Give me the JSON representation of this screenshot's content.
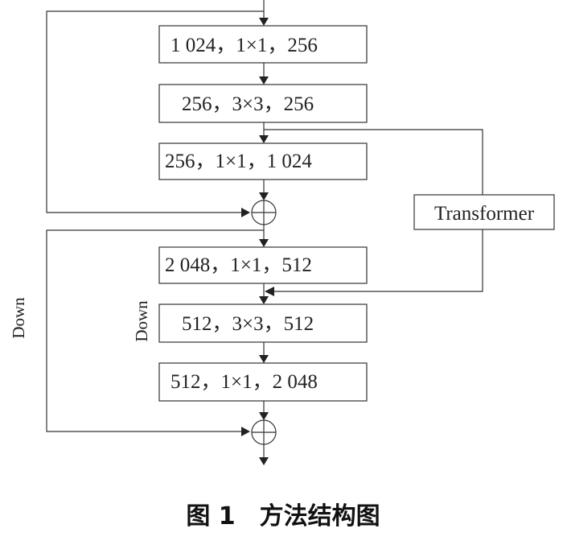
{
  "blocks": [
    "1 024，1×1，256",
    "256，3×3，256",
    "256，1×1，1 024",
    "2 048，1×1，512",
    "512，3×3，512",
    "512，1×1，2 048"
  ],
  "transformer_label": "Transformer",
  "down_labels": [
    "Down",
    "Down"
  ],
  "caption": "图 1　方法结构图"
}
